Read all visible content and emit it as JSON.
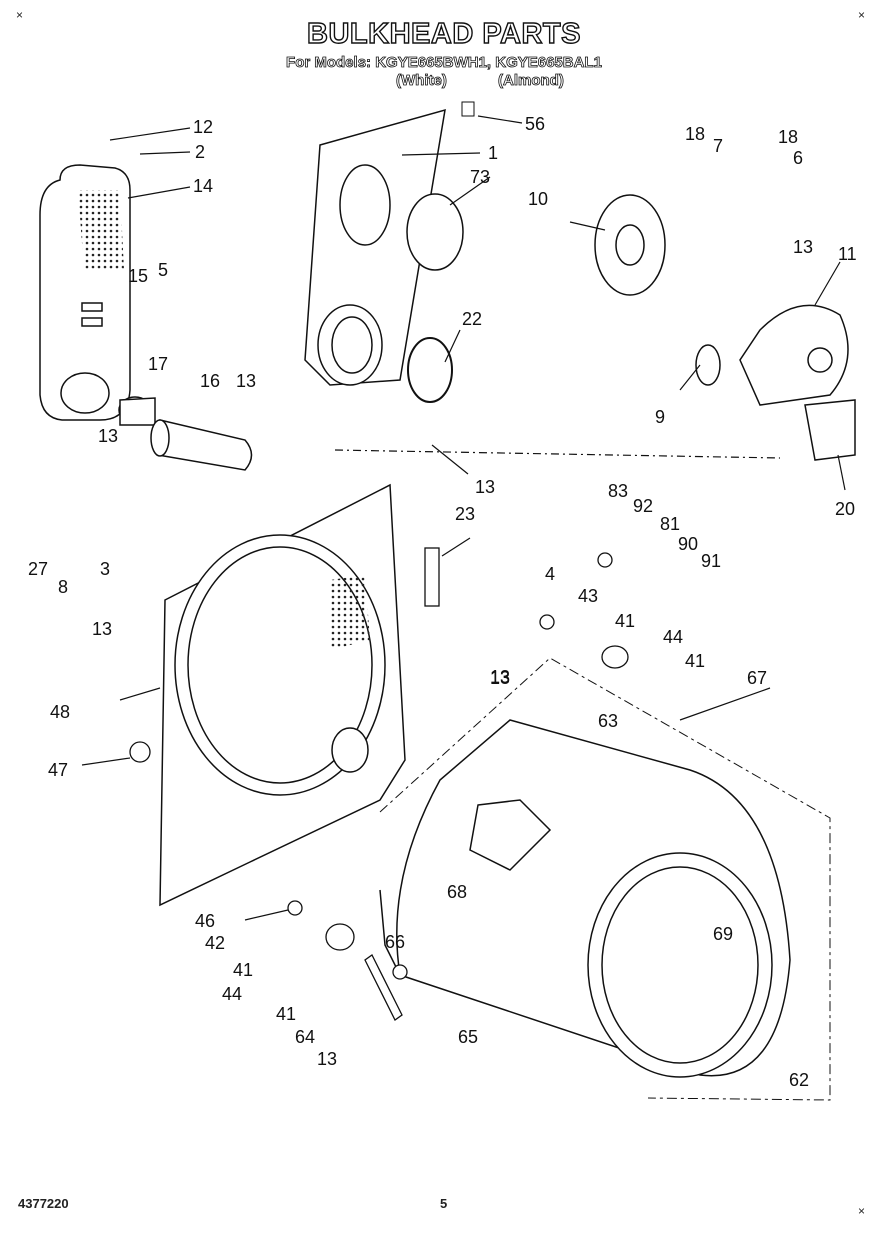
{
  "header": {
    "title": "BULKHEAD PARTS",
    "models_line": "For Models: KGYE665BWH1, KGYE665BAL1",
    "variant_white": "(White)",
    "variant_almond": "(Almond)"
  },
  "corner_marks": {
    "symbol": "×"
  },
  "footer": {
    "doc_number": "4377220",
    "page_number": "5"
  },
  "callouts": [
    "12",
    "2",
    "14",
    "15",
    "5",
    "17",
    "16",
    "13",
    "13",
    "27",
    "8",
    "3",
    "1",
    "73",
    "56",
    "22",
    "13",
    "23",
    "13",
    "13",
    "48",
    "47",
    "46",
    "42",
    "41",
    "44",
    "41",
    "64",
    "13",
    "65",
    "66",
    "18",
    "7",
    "18",
    "6",
    "10",
    "13",
    "11",
    "9",
    "20",
    "83",
    "92",
    "81",
    "90",
    "91",
    "4",
    "43",
    "41",
    "44",
    "41",
    "13",
    "63",
    "67",
    "68",
    "69",
    "62"
  ]
}
